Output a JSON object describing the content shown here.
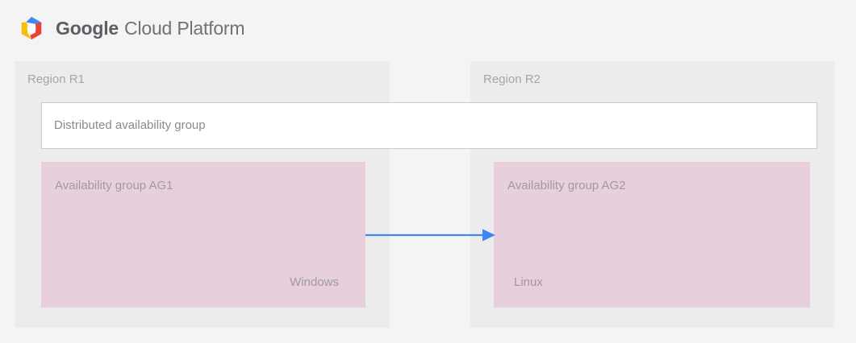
{
  "header": {
    "logo_icon": "google-cloud-platform-hexagon-logo",
    "brand_bold": "Google",
    "brand_rest": "Cloud Platform"
  },
  "diagram": {
    "distributed_group": {
      "label": "Distributed availability group"
    },
    "regions": [
      {
        "id": "r1",
        "label": "Region R1",
        "availability_group": {
          "title": "Availability group AG1",
          "os": "Windows"
        }
      },
      {
        "id": "r2",
        "label": "Region R2",
        "availability_group": {
          "title": "Availability group AG2",
          "os": "Linux"
        }
      }
    ],
    "connector": {
      "name": "replication-arrow",
      "direction": "left-to-right",
      "color": "#4285f4"
    }
  },
  "colors": {
    "page_background": "#f4f4f4",
    "region_background": "#ececec",
    "availability_group_background": "#e7cfdc",
    "box_background": "#ffffff",
    "box_border": "#c9c9c9",
    "text_muted": "#a6a6a6",
    "arrow_blue": "#4285f4",
    "logo_blue": "#4285f4",
    "logo_red": "#ea4335",
    "logo_yellow": "#fbbc05",
    "logo_green": "#34a853"
  }
}
